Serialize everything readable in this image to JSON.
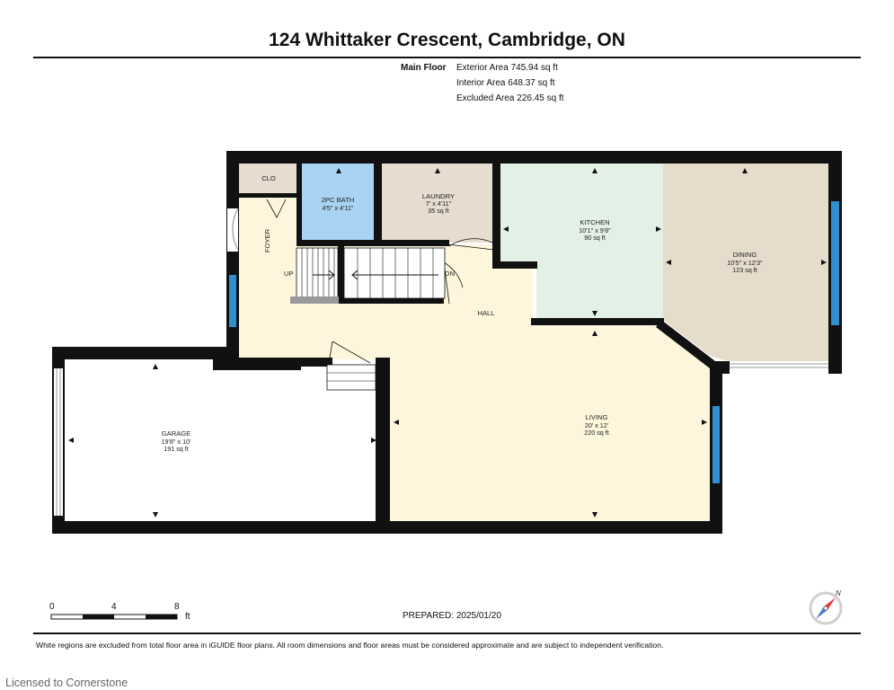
{
  "header": {
    "title": "124 Whittaker Crescent, Cambridge, ON",
    "floor_label": "Main Floor",
    "exterior_area": "Exterior Area 745.94 sq ft",
    "interior_area": "Interior Area 648.37 sq ft",
    "excluded_area": "Excluded Area 226.45 sq ft"
  },
  "rooms": {
    "clo": {
      "name": "CLO"
    },
    "bath": {
      "name": "2PC BATH",
      "dims": "4'5\" x 4'11\""
    },
    "laundry": {
      "name": "LAUNDRY",
      "dims": "7' x 4'11\"",
      "area": "35 sq ft"
    },
    "kitchen": {
      "name": "KITCHEN",
      "dims": "10'1\" x 9'8\"",
      "area": "90 sq ft"
    },
    "dining": {
      "name": "DINING",
      "dims": "10'5\" x 12'3\"",
      "area": "123 sq ft"
    },
    "foyer": {
      "name": "FOYER"
    },
    "hall": {
      "name": "HALL"
    },
    "living": {
      "name": "LIVING",
      "dims": "20' x 12'",
      "area": "220 sq ft"
    },
    "garage": {
      "name": "GARAGE",
      "dims": "19'8\" x 10'",
      "area": "191 sq ft"
    }
  },
  "stairs": {
    "up_label": "UP",
    "down_label": "DN"
  },
  "scale": {
    "ticks": [
      "0",
      "4",
      "8"
    ],
    "unit": "ft"
  },
  "prepared": "PREPARED: 2025/01/20",
  "footnote": "White regions are excluded from total floor area in iGUIDE floor plans. All room dimensions and floor areas must be considered approximate and are subject to independent verification.",
  "compass_label": "N",
  "license": "Licensed to Cornerstone",
  "colors": {
    "wall": "#111111",
    "window": "#2f8fd0",
    "bath": "#a9d3f2",
    "laundry": "#e6dccf",
    "kitchen": "#e3f0e6",
    "dining": "#e6dccb",
    "hall": "#fdf6dc",
    "clo": "#e6dccf"
  }
}
